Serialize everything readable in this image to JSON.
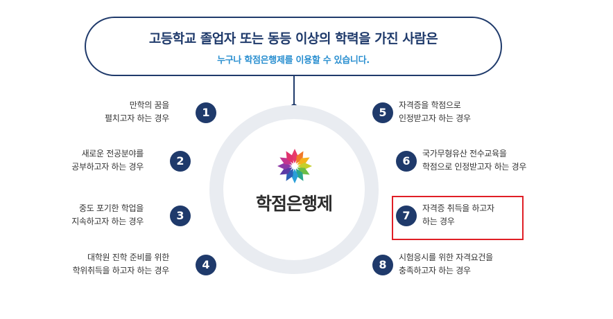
{
  "banner": {
    "title": "고등학교 졸업자 또는 동등 이상의 학력을 가진 사람은",
    "subtitle": "누구나 학점은행제를 이용할 수 있습니다."
  },
  "center": {
    "logo_text": "학점은행제",
    "logo_icon": "flower-logo-icon"
  },
  "items": [
    {
      "number": "1",
      "line1": "만학의 꿈을",
      "line2": "펼치고자 하는 경우"
    },
    {
      "number": "2",
      "line1": "새로운 전공분야를",
      "line2": "공부하고자 하는 경우"
    },
    {
      "number": "3",
      "line1": "중도 포기한 학업을",
      "line2": "지속하고자 하는 경우"
    },
    {
      "number": "4",
      "line1": "대학원 진학 준비를 위한",
      "line2": "학위취득을 하고자 하는 경우"
    },
    {
      "number": "5",
      "line1": "자격증을 학점으로",
      "line2": "인정받고자 하는 경우"
    },
    {
      "number": "6",
      "line1": "국가무형유산 전수교육을",
      "line2": "학점으로 인정받고자 하는 경우"
    },
    {
      "number": "7",
      "line1": "자격증 취득을 하고자",
      "line2": "하는 경우"
    },
    {
      "number": "8",
      "line1": "시험응시를 위한 자격요건을",
      "line2": "충족하고자 하는 경우"
    }
  ],
  "colors": {
    "navy": "#1f3a6b",
    "accent_blue": "#2a8fd0",
    "highlight_red": "#e01e25",
    "ring_gray": "#e9ecf1"
  }
}
